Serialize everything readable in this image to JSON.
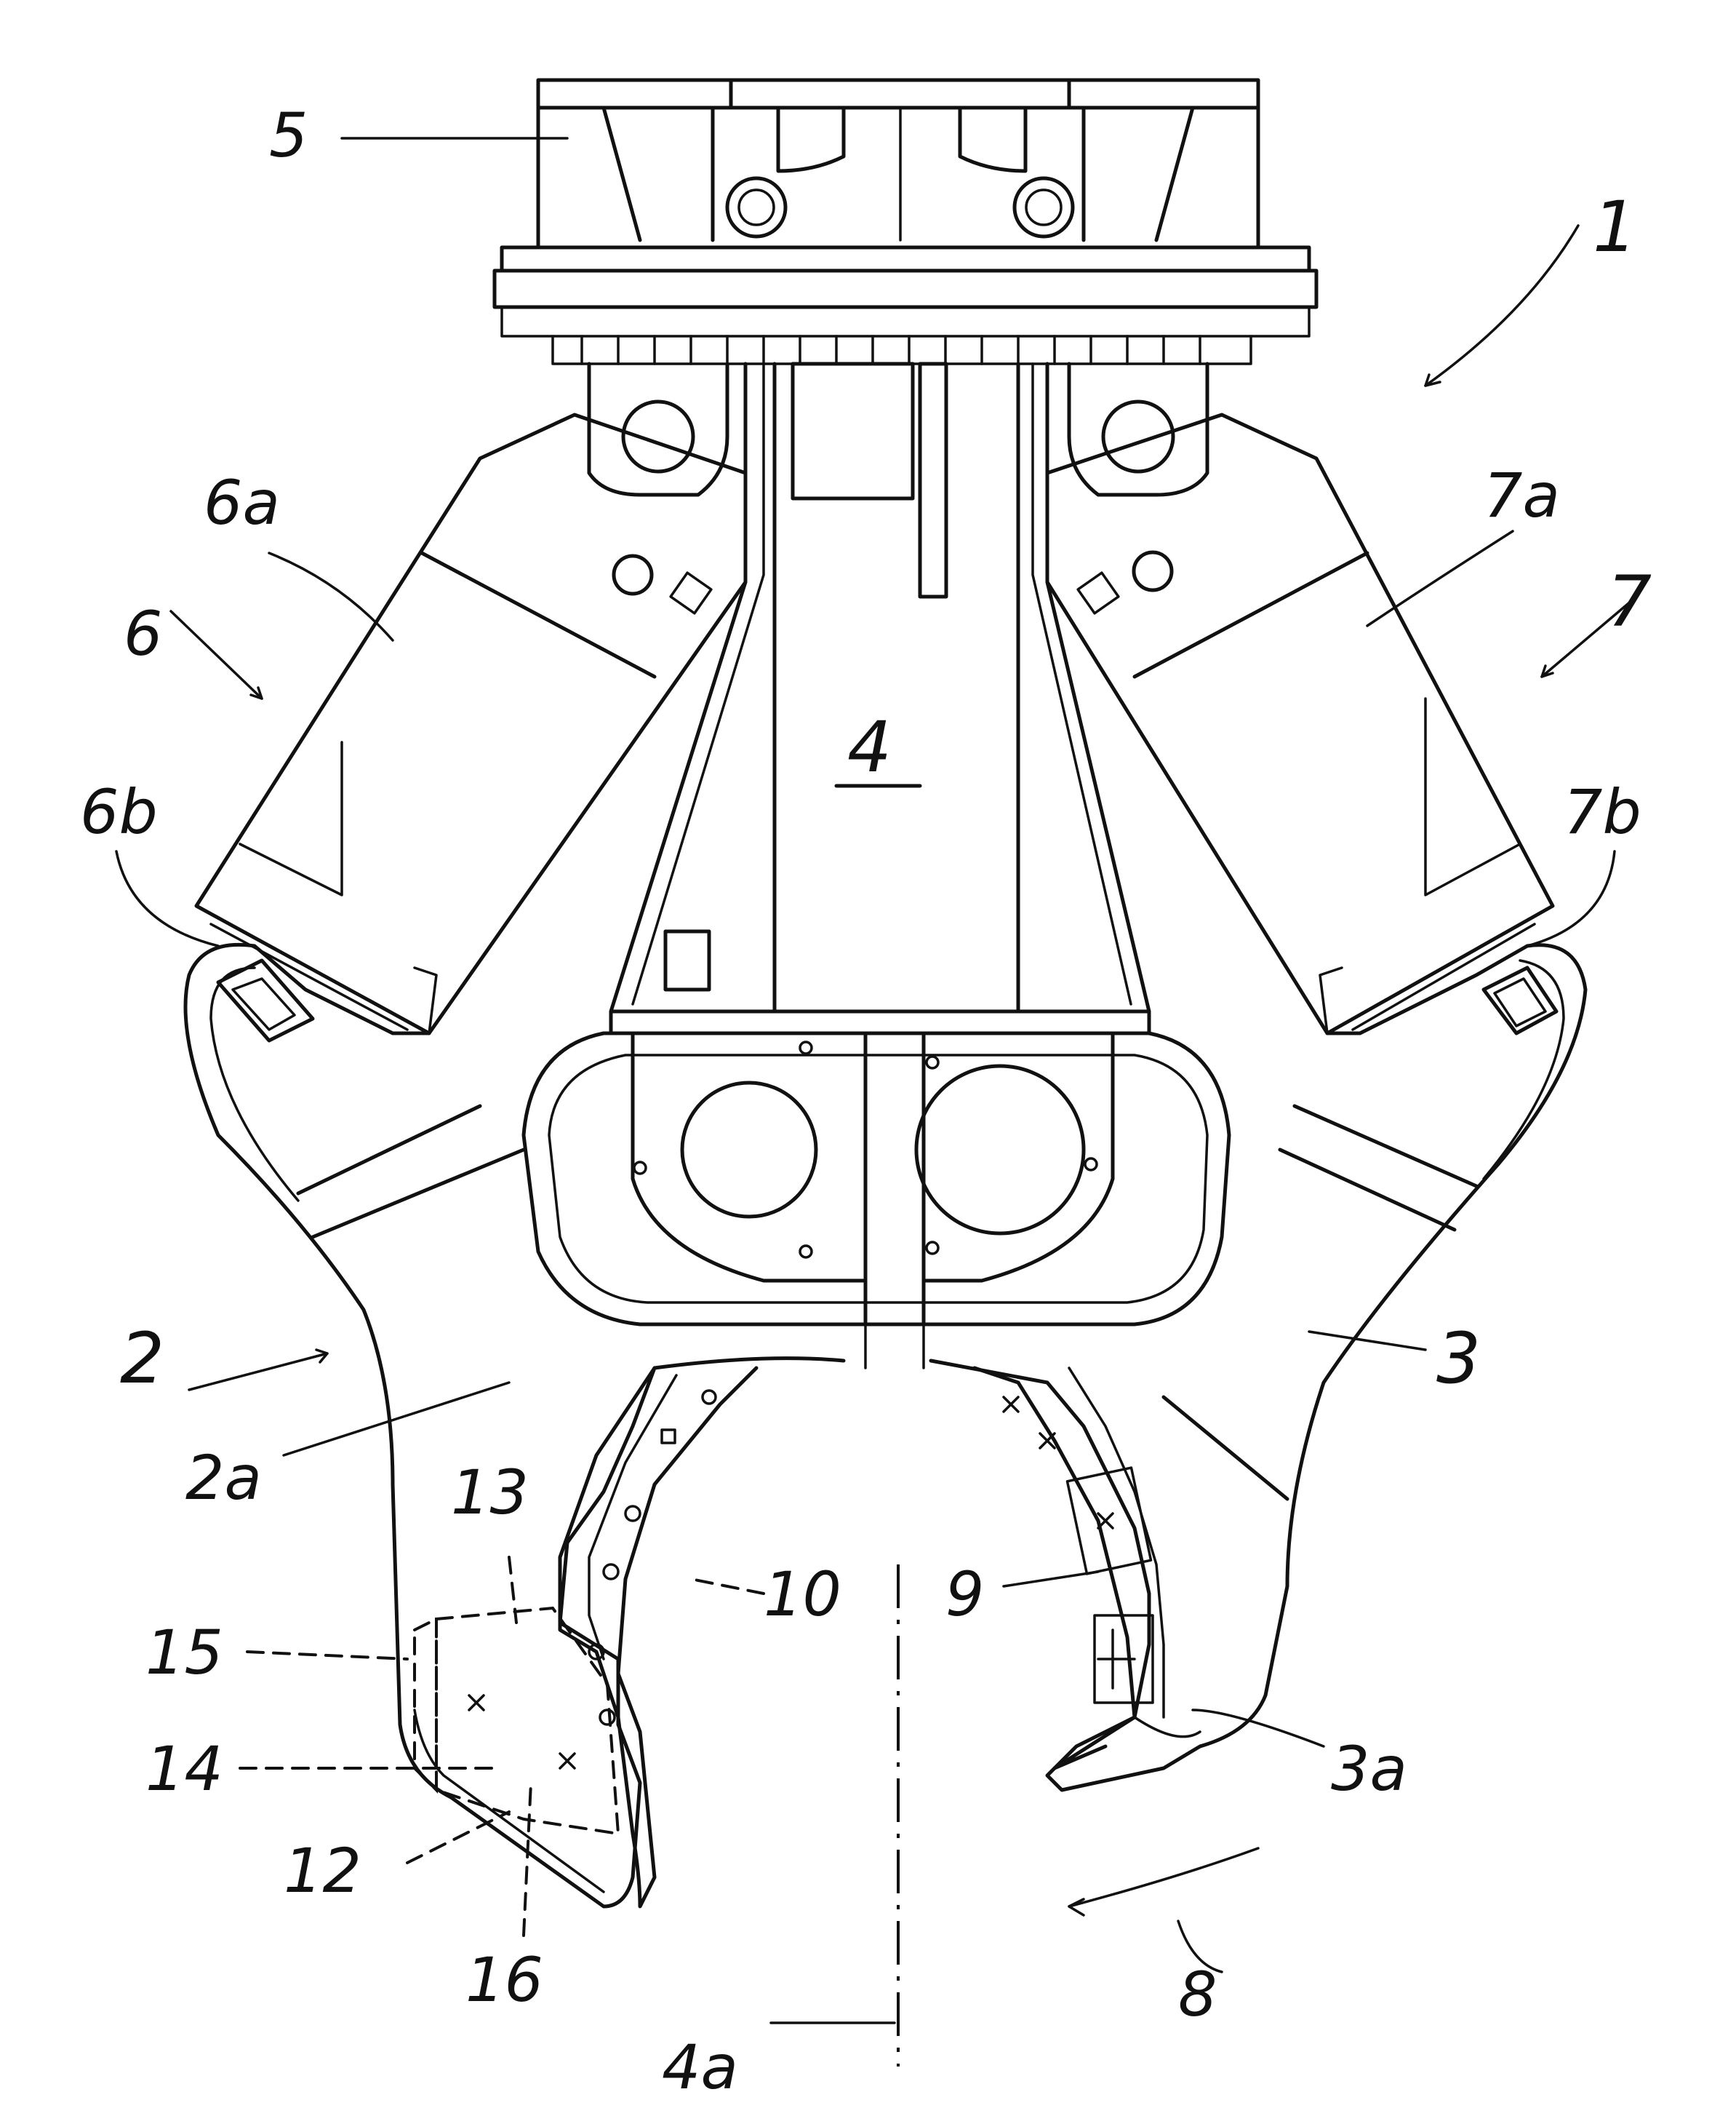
{
  "figure": {
    "labels": {
      "l1": "1",
      "l2": "2",
      "l2a": "2a",
      "l3": "3",
      "l3a": "3a",
      "l4": "4",
      "l4a": "4a",
      "l5": "5",
      "l6": "6",
      "l6a": "6a",
      "l6b": "6b",
      "l7": "7",
      "l7a": "7a",
      "l7b": "7b",
      "l8": "8",
      "l9": "9",
      "l10": "10",
      "l12": "12",
      "l13": "13",
      "l14": "14",
      "l15": "15",
      "l16": "16"
    }
  }
}
